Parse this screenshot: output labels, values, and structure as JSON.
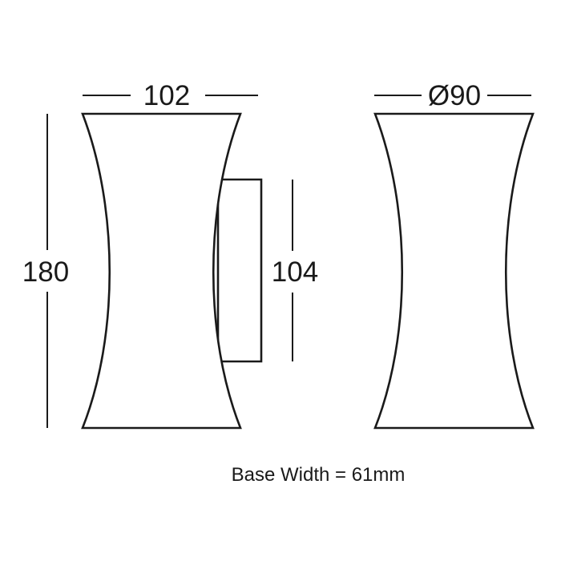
{
  "dimensions": {
    "side_width": "102",
    "height": "180",
    "bracket_height": "104",
    "diameter": "Ø90"
  },
  "note": "Base Width = 61mm",
  "colors": {
    "line": "#1a1a1a",
    "background": "#ffffff"
  }
}
